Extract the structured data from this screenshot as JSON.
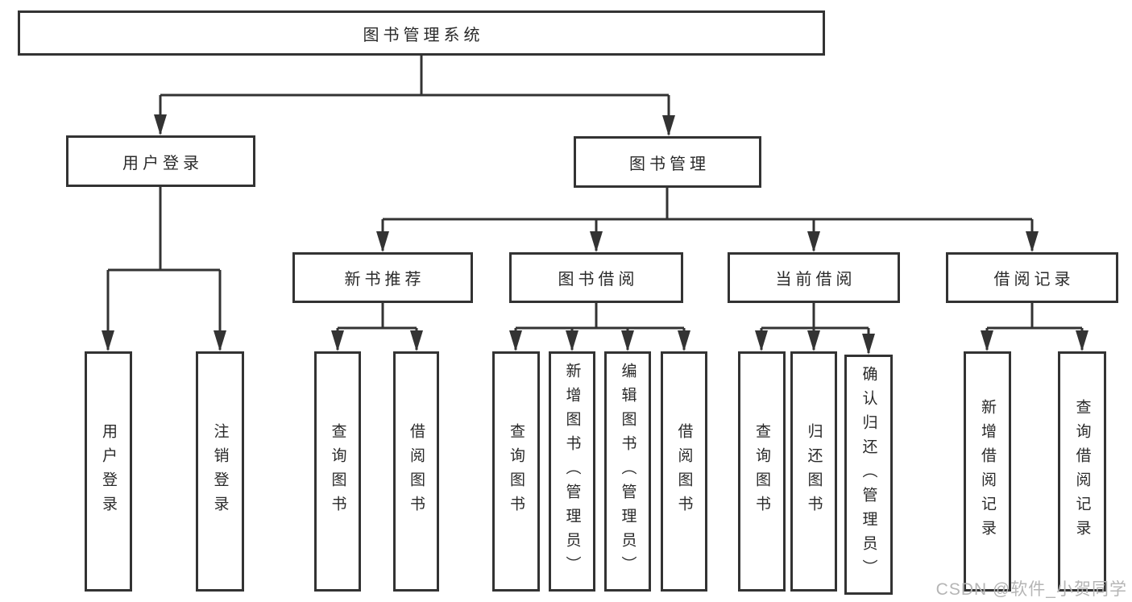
{
  "diagram": {
    "type": "org-tree",
    "colors": {
      "line": "#333333",
      "text": "#2a2a2a",
      "watermark": "#b5b5b5",
      "background": "#ffffff"
    },
    "watermark": "CSDN @软件_小贺同学",
    "tree": {
      "label": "图书管理系统",
      "children": [
        {
          "label": "用户登录",
          "children": [
            {
              "label": "用户登录"
            },
            {
              "label": "注销登录"
            }
          ]
        },
        {
          "label": "图书管理",
          "children": [
            {
              "label": "新书推荐",
              "children": [
                {
                  "label": "查询图书"
                },
                {
                  "label": "借阅图书"
                }
              ]
            },
            {
              "label": "图书借阅",
              "children": [
                {
                  "label": "查询图书"
                },
                {
                  "label": "新增图书（管理员）"
                },
                {
                  "label": "编辑图书（管理员）"
                },
                {
                  "label": "借阅图书"
                }
              ]
            },
            {
              "label": "当前借阅",
              "children": [
                {
                  "label": "查询图书"
                },
                {
                  "label": "归还图书"
                },
                {
                  "label": "确认归还（管理员）"
                }
              ]
            },
            {
              "label": "借阅记录",
              "children": [
                {
                  "label": "新增借阅记录"
                },
                {
                  "label": "查询借阅记录"
                }
              ]
            }
          ]
        }
      ]
    }
  }
}
